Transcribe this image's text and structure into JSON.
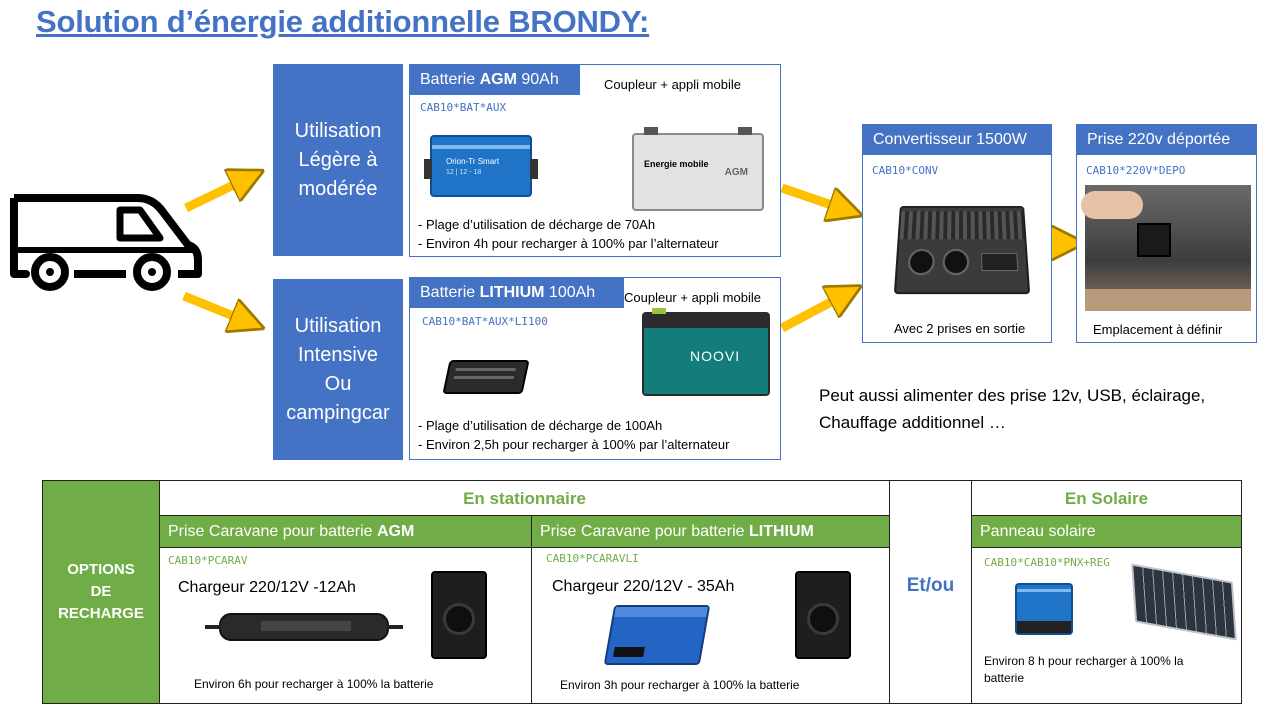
{
  "title": "Solution d’énergie additionnelle BRONDY:",
  "usage": {
    "light": [
      "Utilisation",
      "Légère à",
      "modérée"
    ],
    "intensive": [
      "Utilisation",
      "Intensive",
      "Ou",
      "campingcar"
    ]
  },
  "agm": {
    "header_prefix": "Batterie ",
    "header_bold": "AGM",
    "header_suffix": " 90Ah",
    "coupler": "Coupleur + appli mobile",
    "code": "CAB10*BAT*AUX",
    "line1": "- Plage d’utilisation de décharge de 70Ah",
    "line2": "- Environ 4h pour recharger à 100% par l’alternateur",
    "device_label": "Orion-Tr Smart",
    "device_sub": "12 | 12 - 18",
    "battery_brand": "Energie mobile",
    "battery_tag": "AGM"
  },
  "lithium": {
    "header_prefix": "Batterie ",
    "header_bold": "LITHIUM",
    "header_suffix": " 100Ah",
    "coupler": "Coupleur + appli mobile",
    "code": "CAB10*BAT*AUX*LI100",
    "line1": "- Plage d’utilisation de décharge de 100Ah",
    "line2": "- Environ 2,5h pour recharger à 100% par l’alternateur",
    "battery_brand": "NOOVI"
  },
  "converter": {
    "header": "Convertisseur 1500W",
    "code": "CAB10*CONV",
    "caption": "Avec 2 prises en sortie"
  },
  "socket220": {
    "header": "Prise 220v déportée",
    "code": "CAB10*220V*DEPO",
    "caption": "Emplacement à définir"
  },
  "note": [
    "Peut aussi alimenter des prise 12v, USB, éclairage,",
    "Chauffage additionnel …"
  ],
  "options": {
    "label": [
      "OPTIONS",
      "DE",
      "RECHARGE"
    ],
    "stationnaire": "En stationnaire",
    "solaire": "En Solaire",
    "etou": "Et/ou",
    "agm_col": {
      "header_prefix": "Prise Caravane pour batterie ",
      "header_bold": "AGM",
      "code": "CAB10*PCARAV",
      "charger": "Chargeur 220/12V -12Ah",
      "caption": "Environ 6h pour recharger à 100%  la batterie"
    },
    "lithium_col": {
      "header_prefix": "Prise Caravane pour batterie ",
      "header_bold": "LITHIUM",
      "code": "CAB10*PCARAVLI",
      "charger": "Chargeur 220/12V - 35Ah",
      "caption": "Environ 3h pour recharger à 100%  la batterie"
    },
    "solar_col": {
      "header": "Panneau solaire",
      "code": "CAB10*CAB10*PNX+REG",
      "caption_l1": "Environ 8 h pour recharger à 100%  la",
      "caption_l2": "batterie"
    }
  },
  "colors": {
    "blue": "#4472c4",
    "green": "#70ad47",
    "arrow": "#ffc000"
  }
}
